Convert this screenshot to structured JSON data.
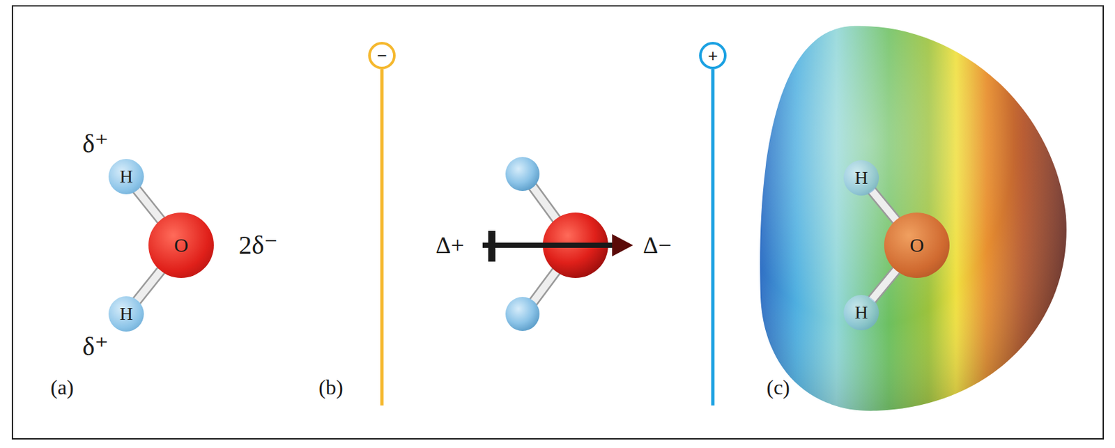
{
  "diagram": {
    "nodes": [
      {
        "text": [
          "H"
        ]
      },
      {
        "text": [
          "O"
        ]
      },
      {
        "text": [
          "H"
        ]
      },
      {
        "text": [
          "−"
        ]
      },
      {
        "text": [
          "+"
        ]
      },
      {
        "text": [
          "H"
        ]
      },
      {
        "text": [
          "O"
        ]
      },
      {
        "text": [
          "H"
        ]
      }
    ],
    "edges": [
      {
        "from": 0,
        "to": 1,
        "arrow": "none"
      },
      {
        "from": 2,
        "to": 1,
        "arrow": "none"
      },
      {
        "from": 5,
        "to": 6,
        "arrow": "none"
      },
      {
        "from": 7,
        "to": 6,
        "arrow": "none"
      }
    ],
    "labels": [
      "δ⁺",
      "2δ⁻",
      "δ⁺",
      "(a)",
      "(b)",
      "Δ+",
      "Δ−",
      "(c)"
    ]
  }
}
